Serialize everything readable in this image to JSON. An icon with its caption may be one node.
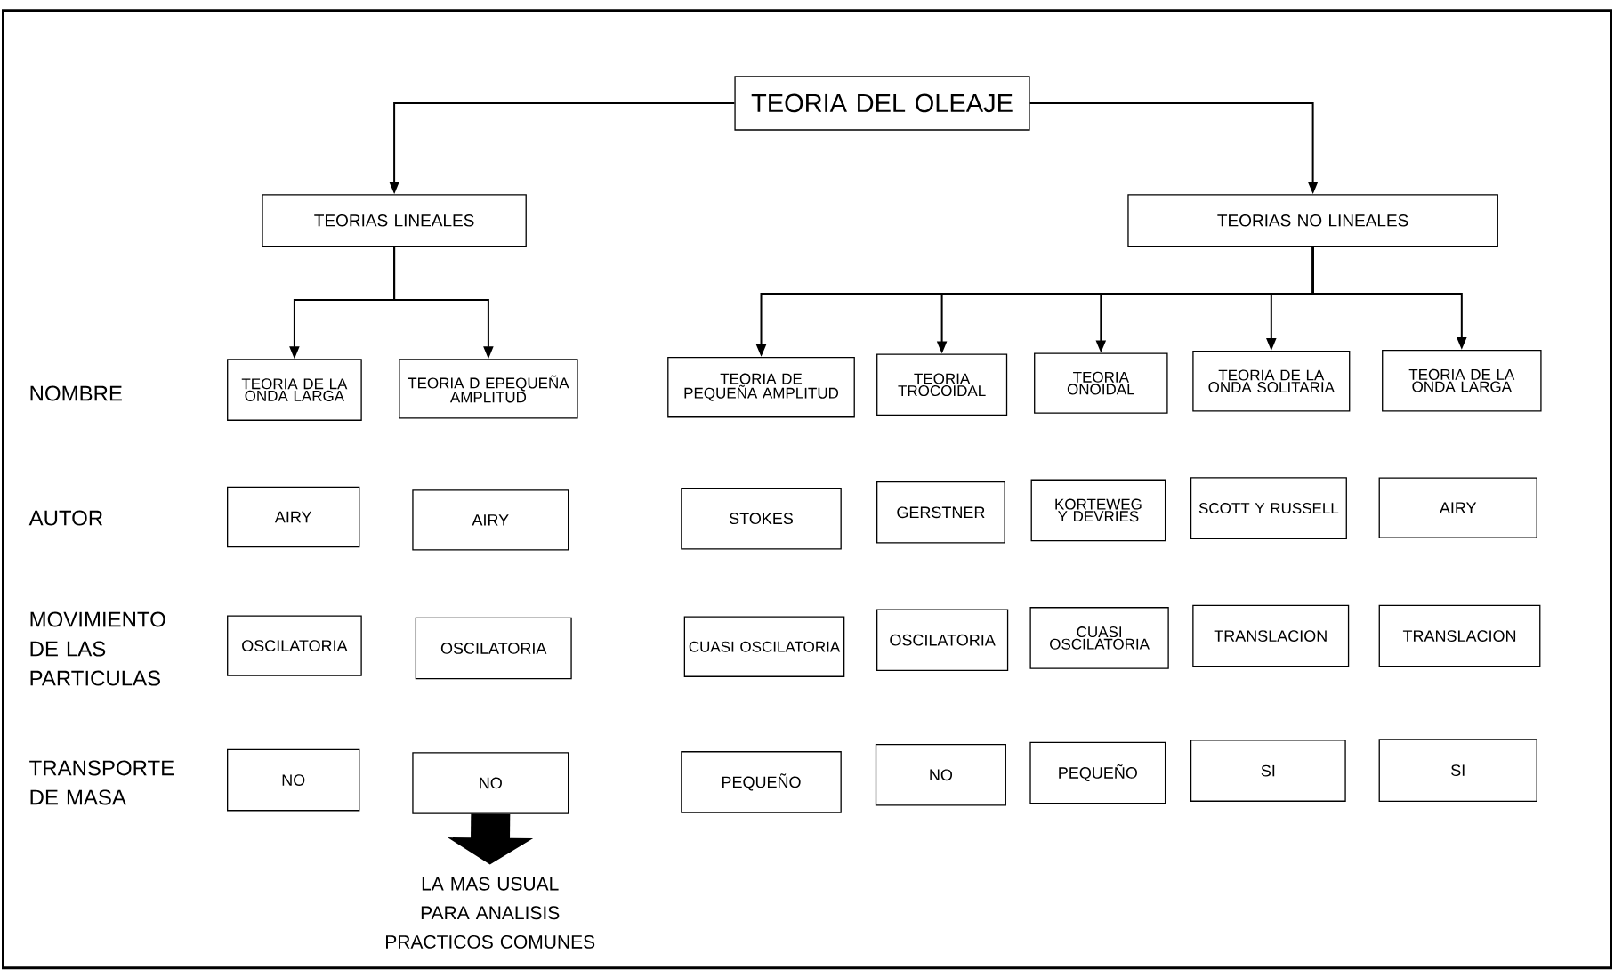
{
  "diagram": {
    "nodes": [
      {
        "text": [
          "TEORIA DEL OLEAJE"
        ]
      },
      {
        "text": [
          "TEORIAS LINEALES"
        ]
      },
      {
        "text": [
          "TEORIAS NO LINEALES"
        ]
      },
      {
        "text": [
          "TEORIA DE LA ONDA LARGA"
        ]
      },
      {
        "text": [
          "TEORIA D EPEQUEÑA AMPLITUD"
        ]
      },
      {
        "text": [
          "TEORIA DE PEQUEÑA AMPLITUD"
        ]
      },
      {
        "text": [
          "TEORIA TROCOIDAL"
        ]
      },
      {
        "text": [
          "TEORIA ONOIDAL"
        ]
      },
      {
        "text": [
          "TEORIA DE LA ONDA SOLITARIA"
        ]
      },
      {
        "text": [
          "TEORIA DE LA ONDA LARGA"
        ]
      },
      {
        "text": [
          "AIRY"
        ]
      },
      {
        "text": [
          "AIRY"
        ]
      },
      {
        "text": [
          "STOKES"
        ]
      },
      {
        "text": [
          "GERSTNER"
        ]
      },
      {
        "text": [
          "KORTEWEG Y DEVRIES"
        ]
      },
      {
        "text": [
          "SCOTT Y RUSSELL"
        ]
      },
      {
        "text": [
          "AIRY"
        ]
      },
      {
        "text": [
          "OSCILATORIA"
        ]
      },
      {
        "text": [
          "OSCILATORIA"
        ]
      },
      {
        "text": [
          "CUASI OSCILATORIA"
        ]
      },
      {
        "text": [
          "OSCILATORIA"
        ]
      },
      {
        "text": [
          "CUASI OSCILATORIA"
        ]
      },
      {
        "text": [
          "TRANSLACION"
        ]
      },
      {
        "text": [
          "TRANSLACION"
        ]
      },
      {
        "text": [
          "NO"
        ]
      },
      {
        "text": [
          "NO"
        ]
      },
      {
        "text": [
          "PEQUEÑO"
        ]
      },
      {
        "text": [
          "NO"
        ]
      },
      {
        "text": [
          "PEQUEÑO"
        ]
      },
      {
        "text": [
          "SI"
        ]
      },
      {
        "text": [
          "SI"
        ]
      },
      {
        "text": [
          "LA MAS USUAL PARA ANALISIS PRACTICOS COMUNES"
        ]
      }
    ],
    "edges": [
      {
        "from": 0,
        "to": 1,
        "arrow": "to"
      },
      {
        "from": 0,
        "to": 2,
        "arrow": "to"
      },
      {
        "from": 1,
        "to": 3,
        "arrow": "to"
      },
      {
        "from": 1,
        "to": 4,
        "arrow": "to"
      },
      {
        "from": 2,
        "to": 5,
        "arrow": "to"
      },
      {
        "from": 2,
        "to": 6,
        "arrow": "to"
      },
      {
        "from": 2,
        "to": 7,
        "arrow": "to"
      },
      {
        "from": 2,
        "to": 8,
        "arrow": "to"
      },
      {
        "from": 2,
        "to": 9,
        "arrow": "to"
      },
      {
        "from": 25,
        "to": 31,
        "arrow": "to",
        "style": "thick"
      }
    ],
    "labels": [
      "NOMBRE",
      "AUTOR",
      "MOVIMIENTO DE LAS PARTICULAS",
      "TRANSPORTE DE MASA"
    ]
  }
}
